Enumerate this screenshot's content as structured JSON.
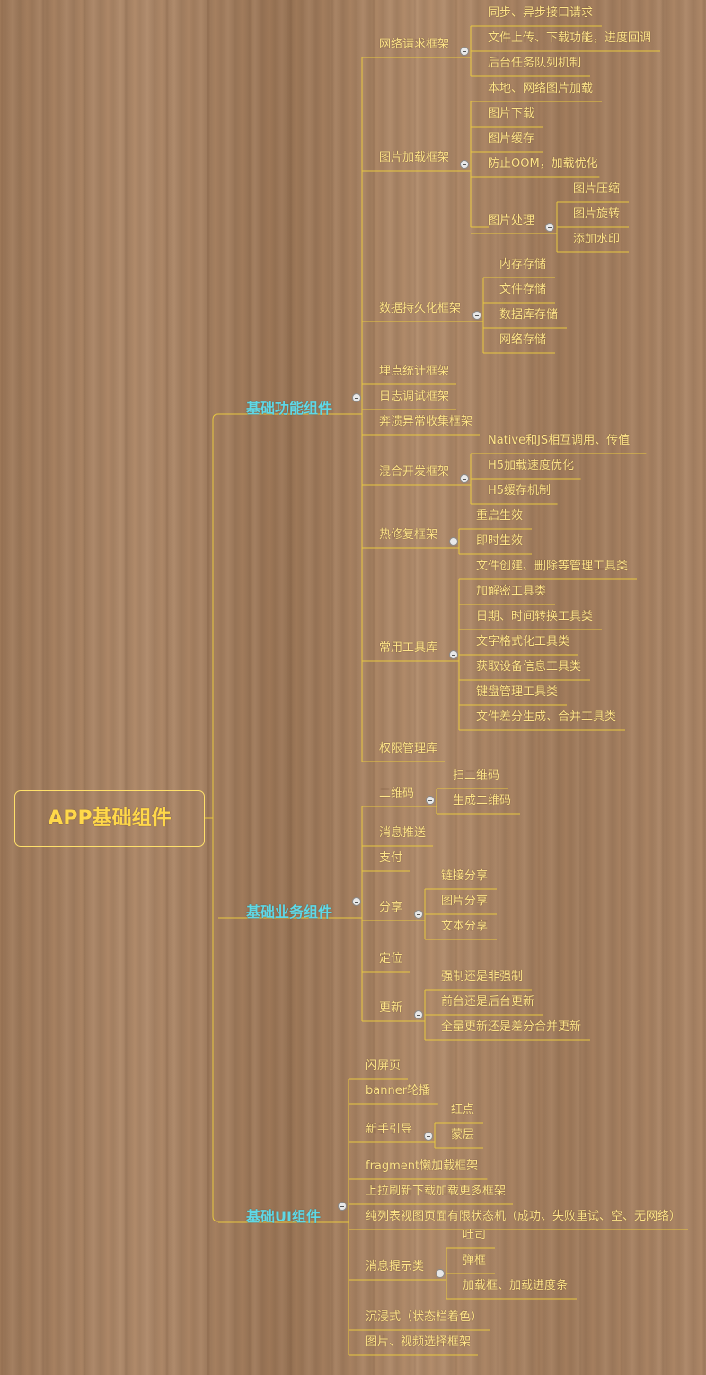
{
  "root": "APP基础组件",
  "branches": [
    {
      "label": "基础功能组件",
      "children": [
        {
          "label": "网络请求框架",
          "children": [
            "同步、异步接口请求",
            "文件上传、下载功能，进度回调",
            "后台任务队列机制"
          ]
        },
        {
          "label": "图片加载框架",
          "children": [
            "本地、网络图片加载",
            "图片下载",
            "图片缓存",
            "防止OOM，加载优化",
            "图片处理"
          ]
        },
        {
          "label": "图片处理",
          "children": [
            "图片压缩",
            "图片旋转",
            "添加水印"
          ]
        },
        {
          "label": "数据持久化框架",
          "children": [
            "内存存储",
            "文件存储",
            "数据库存储",
            "网络存储"
          ]
        },
        {
          "label": "埋点统计框架"
        },
        {
          "label": "日志调试框架"
        },
        {
          "label": "奔溃异常收集框架"
        },
        {
          "label": "混合开发框架",
          "children": [
            "Native和JS相互调用、传值",
            "H5加载速度优化",
            "H5缓存机制"
          ]
        },
        {
          "label": "热修复框架",
          "children": [
            "重启生效",
            "即时生效"
          ]
        },
        {
          "label": "常用工具库",
          "children": [
            "文件创建、删除等管理工具类",
            "加解密工具类",
            "日期、时间转换工具类",
            "文字格式化工具类",
            "获取设备信息工具类",
            "键盘管理工具类",
            "文件差分生成、合并工具类"
          ]
        },
        {
          "label": "权限管理库"
        }
      ]
    },
    {
      "label": "基础业务组件",
      "children": [
        {
          "label": "二维码",
          "children": [
            "扫二维码",
            "生成二维码"
          ]
        },
        {
          "label": "消息推送"
        },
        {
          "label": "支付"
        },
        {
          "label": "分享",
          "children": [
            "链接分享",
            "图片分享",
            "文本分享"
          ]
        },
        {
          "label": "定位"
        },
        {
          "label": "更新",
          "children": [
            "强制还是非强制",
            "前台还是后台更新",
            "全量更新还是差分合并更新"
          ]
        }
      ]
    },
    {
      "label": "基础UI组件",
      "children": [
        {
          "label": "闪屏页"
        },
        {
          "label": "banner轮播"
        },
        {
          "label": "新手引导",
          "children": [
            "红点",
            "蒙层"
          ]
        },
        {
          "label": "fragment懒加载框架"
        },
        {
          "label": "上拉刷新下载加载更多框架"
        },
        {
          "label": "纯列表视图页面有限状态机（成功、失败重试、空、无网络）"
        },
        {
          "label": "消息提示类",
          "children": [
            "吐司",
            "弹框",
            "加载框、加载进度条"
          ]
        },
        {
          "label": "沉浸式（状态栏着色）"
        },
        {
          "label": "图片、视频选择框架"
        }
      ]
    }
  ],
  "colors": {
    "line": "#e8c840",
    "text": "#ffe68a",
    "branch": "#5fd8e6",
    "root": "#ffd84a"
  }
}
